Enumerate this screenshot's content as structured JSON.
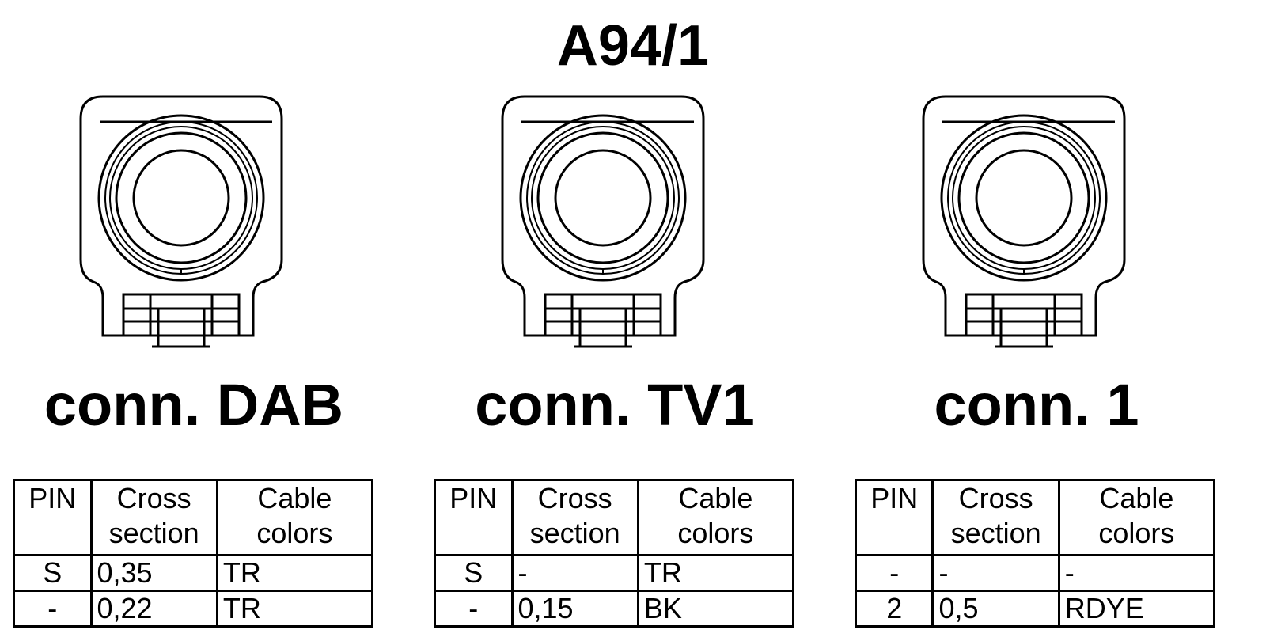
{
  "title": "A94/1",
  "table_header": {
    "pin": "PIN",
    "cross_section": [
      "Cross",
      "section"
    ],
    "cable_colors": [
      "Cable",
      "colors"
    ]
  },
  "connectors": [
    {
      "label": "conn. DAB",
      "rows": [
        {
          "pin": "S",
          "cross_section": "0,35",
          "color": "TR"
        },
        {
          "pin": "-",
          "cross_section": "0,22",
          "color": "TR"
        }
      ]
    },
    {
      "label": "conn. TV1",
      "rows": [
        {
          "pin": "S",
          "cross_section": "-",
          "color": "TR"
        },
        {
          "pin": "-",
          "cross_section": "0,15",
          "color": "BK"
        }
      ]
    },
    {
      "label": "conn. 1",
      "rows": [
        {
          "pin": "-",
          "cross_section": "-",
          "color": "-"
        },
        {
          "pin": "2",
          "cross_section": "0,5",
          "color": "RDYE"
        }
      ]
    }
  ]
}
